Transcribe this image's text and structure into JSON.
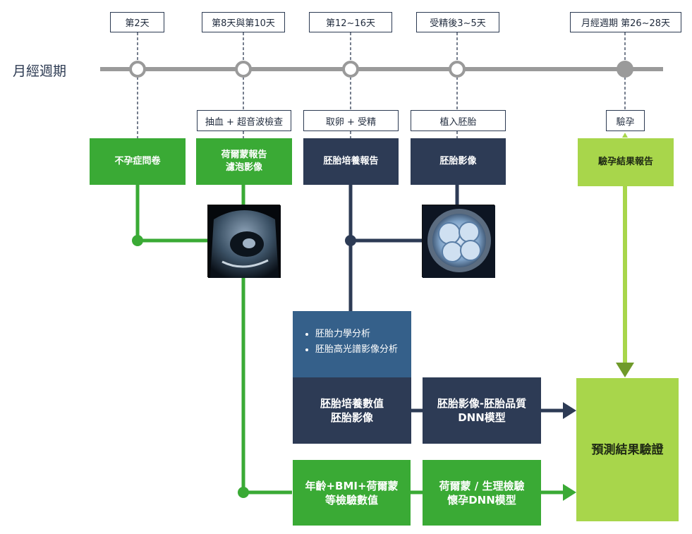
{
  "timeline": {
    "label": "月經週期",
    "day_tags": [
      "第2天",
      "第8天與第10天",
      "第12~16天",
      "受精後3~5天",
      "月經週期 第26~28天"
    ]
  },
  "procedures": [
    "抽血 + 超音波檢查",
    "取卵 + 受精",
    "植入胚胎",
    "驗孕"
  ],
  "sources": {
    "questionnaire": "不孕症問卷",
    "hormone_follicle": "荷爾蒙報告\n濾泡影像",
    "embryo_culture_report": "胚胎培養報告",
    "embryo_image": "胚胎影像",
    "pregnancy_report": "驗孕結果報告"
  },
  "analysis_bullets": [
    "胚胎力學分析",
    "胚胎高光譜影像分析"
  ],
  "features": {
    "embryo_values": "胚胎培養數值\n胚胎影像",
    "clinical_values": "年齡+BMI+荷爾蒙\n等檢驗數值"
  },
  "models": {
    "embryo_dnn": "胚胎影像-胚胎品質\nDNN模型",
    "hormone_dnn": "荷爾蒙 / 生理檢驗\n懷孕DNN模型"
  },
  "result": "預測結果驗證",
  "colors": {
    "green": "#3aaa35",
    "navy": "#2d3b55",
    "lime": "#a8d64b",
    "steel": "#35608a",
    "timeline_gray": "#9a9a9a"
  }
}
